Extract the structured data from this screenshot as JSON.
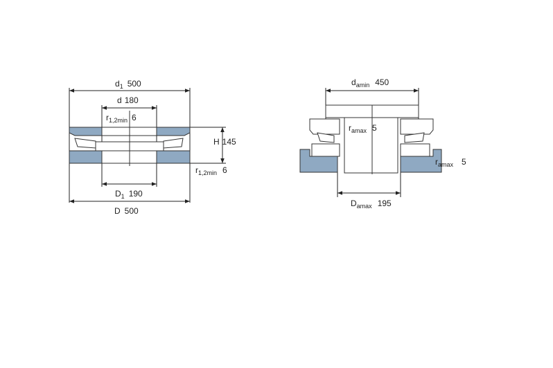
{
  "left_view": {
    "d1": {
      "sym": "d",
      "sub": "1",
      "val": "500"
    },
    "d": {
      "sym": "d",
      "val": "180"
    },
    "r_top": {
      "sym": "r",
      "sub": "1,2min",
      "val": "6"
    },
    "H": {
      "sym": "H",
      "val": "145"
    },
    "r_bottom": {
      "sym": "r",
      "sub": "1,2min",
      "val": "6"
    },
    "D1": {
      "sym": "D",
      "sub": "1",
      "val": "190"
    },
    "D": {
      "sym": "D",
      "val": "500"
    }
  },
  "right_view": {
    "da": {
      "sym": "d",
      "sub": "amin",
      "val": "450"
    },
    "ra_inner": {
      "sym": "r",
      "sub": "amax",
      "val": "5"
    },
    "ra_outer": {
      "sym": "r",
      "sub": "amax",
      "val": "5"
    },
    "Da": {
      "sym": "D",
      "sub": "amax",
      "val": "195"
    }
  },
  "colors": {
    "hatch": "#8fa9c2",
    "line": "#222222"
  }
}
